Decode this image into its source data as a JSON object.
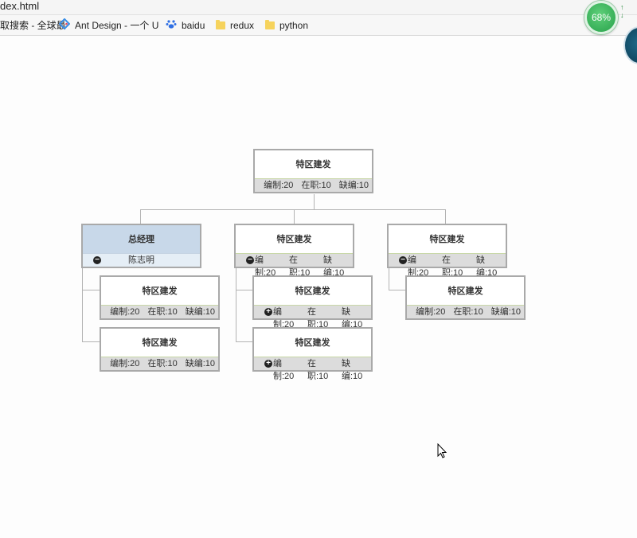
{
  "window": {
    "title": "dex.html"
  },
  "bookmarks": [
    {
      "label": "取搜索 - 全球最",
      "icon": "search-icon"
    },
    {
      "label": "Ant Design - 一个 U",
      "icon": "ant-design-icon"
    },
    {
      "label": "baidu",
      "icon": "baidu-paw-icon"
    },
    {
      "label": "redux",
      "icon": "folder-icon"
    },
    {
      "label": "python",
      "icon": "folder-icon"
    }
  ],
  "zoom_badge": "68%",
  "org": {
    "root": {
      "name": "特区建发",
      "stats": [
        "编制:20",
        "在职:10",
        "缺编:10"
      ]
    },
    "manager": {
      "name": "总经理",
      "person": "陈志明",
      "toggle": "minus"
    },
    "mid": {
      "name": "特区建发",
      "stats": [
        "编制:20",
        "在职:10",
        "缺编:10"
      ],
      "toggle": "minus"
    },
    "right": {
      "name": "特区建发",
      "stats": [
        "编制:20",
        "在职:10",
        "缺编:10"
      ],
      "toggle": "minus"
    },
    "manager_children": [
      {
        "name": "特区建发",
        "stats": [
          "编制:20",
          "在职:10",
          "缺编:10"
        ]
      },
      {
        "name": "特区建发",
        "stats": [
          "编制:20",
          "在职:10",
          "缺编:10"
        ]
      }
    ],
    "mid_children": [
      {
        "name": "特区建发",
        "stats": [
          "编制:20",
          "在职:10",
          "缺编:10"
        ],
        "toggle": "plus"
      },
      {
        "name": "特区建发",
        "stats": [
          "编制:20",
          "在职:10",
          "缺编:10"
        ],
        "toggle": "plus"
      }
    ],
    "right_children": [
      {
        "name": "特区建发",
        "stats": [
          "编制:20",
          "在职:10",
          "缺编:10"
        ]
      }
    ]
  }
}
